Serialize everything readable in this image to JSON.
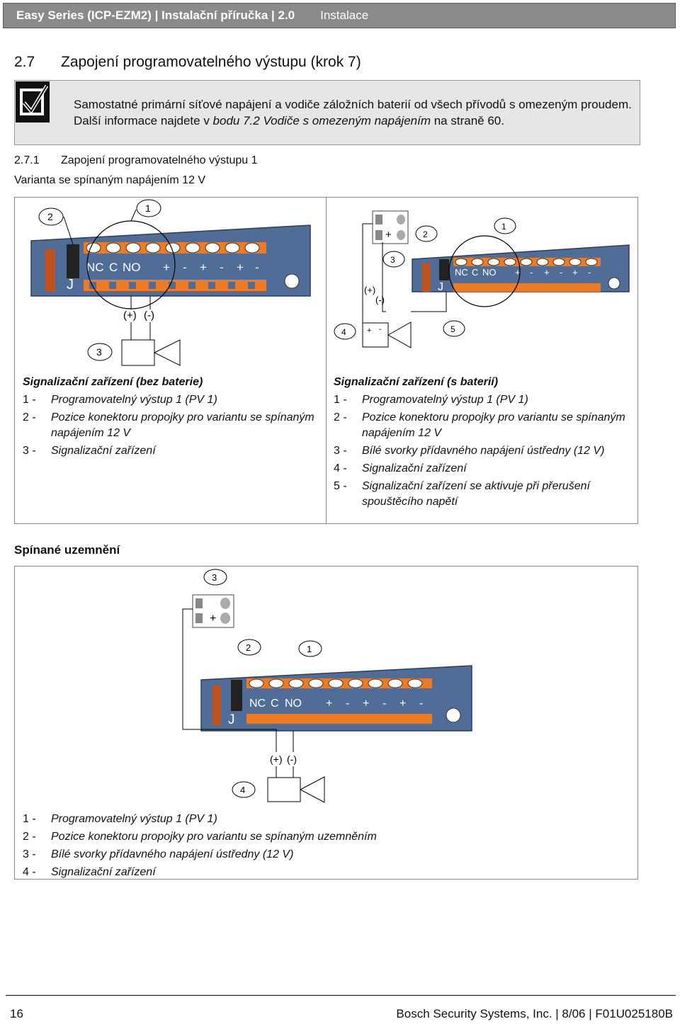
{
  "header": {
    "title": "Easy Series (ICP-EZM2) | Instalační příručka | 2.0",
    "section": "Instalace"
  },
  "heading": {
    "number": "2.7",
    "text": "Zapojení programovatelného výstupu (krok 7)"
  },
  "note": {
    "icon": "checkbox-check-icon",
    "text_before": "Samostatné primární síťové napájení a vodiče záložních baterií od všech přívodů s omezeným proudem. Další informace najdete v ",
    "text_link": "bodu 7.2 Vodiče s omezeným napájením",
    "text_after": " na straně 60."
  },
  "subheading": {
    "number": "2.7.1",
    "text": "Zapojení programovatelného výstupu 1"
  },
  "variant": "Varianta se spínaným napájením 12 V",
  "diagram": {
    "terminal_labels": [
      "NC",
      "C",
      "NO",
      "+",
      "-",
      "+",
      "-",
      "+",
      "-"
    ],
    "jumper_label": "J",
    "plus_minus": [
      "(+)",
      "(-)"
    ],
    "callouts_left": [
      "1",
      "2",
      "3"
    ],
    "callouts_right": [
      "1",
      "2",
      "3",
      "4",
      "5"
    ],
    "callouts_bottom": [
      "1",
      "2",
      "3",
      "4"
    ]
  },
  "left_caption": {
    "title": "Signalizační zařízení (bez baterie)",
    "items": [
      {
        "n": "1 -",
        "t": "Programovatelný výstup 1 (PV 1)"
      },
      {
        "n": "2 -",
        "t": "Pozice konektoru propojky pro variantu se spínaným napájením 12 V"
      },
      {
        "n": "3 -",
        "t": "Signalizační zařízení"
      }
    ]
  },
  "right_caption": {
    "title": "Signalizační zařízení (s baterií)",
    "items": [
      {
        "n": "1 -",
        "t": "Programovatelný výstup 1 (PV 1)"
      },
      {
        "n": "2 -",
        "t": "Pozice konektoru propojky pro variantu se spínaným napájením 12 V"
      },
      {
        "n": "3 -",
        "t": "Bílé svorky přídavného napájení ústředny (12 V)"
      },
      {
        "n": "4 -",
        "t": "Signalizační zařízení"
      },
      {
        "n": "5 -",
        "t": "Signalizační zařízení se aktivuje při přerušení spouštěcího napětí"
      }
    ]
  },
  "switched_ground": {
    "title": "Spínané uzemnění",
    "items": [
      {
        "n": "1 -",
        "t": "Programovatelný výstup 1 (PV 1)"
      },
      {
        "n": "2 -",
        "t": "Pozice konektoru propojky pro variantu se spínaným uzemněním"
      },
      {
        "n": "3 -",
        "t": "Bílé svorky přídavného napájení ústředny (12 V)"
      },
      {
        "n": "4 -",
        "t": "Signalizační zařízení"
      }
    ]
  },
  "footer": {
    "page": "16",
    "right": "Bosch Security Systems, Inc. | 8/06 | F01U025180B"
  },
  "colors": {
    "board": "#4f6d96",
    "terminal": "#f07a22",
    "header": "#8a8a8a",
    "note_bg": "#e6e6e6"
  }
}
